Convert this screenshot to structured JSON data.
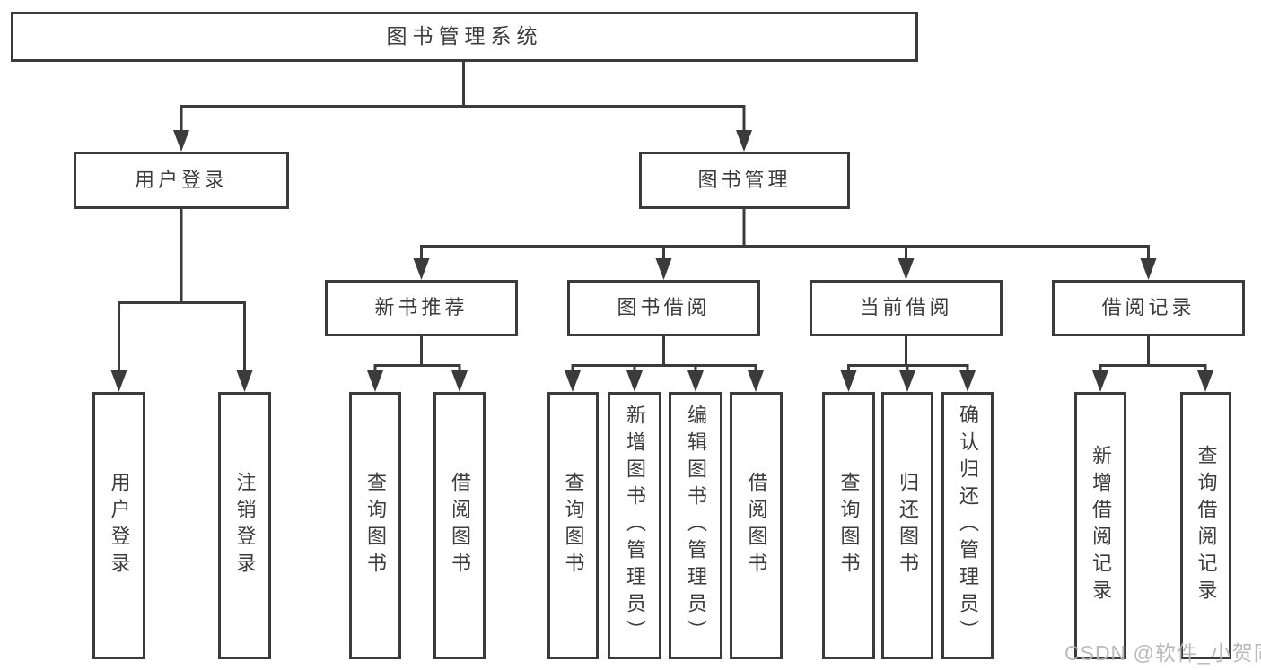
{
  "tree": {
    "root": {
      "label": "图书管理系统",
      "children": [
        {
          "label": "用户登录",
          "children": [
            {
              "label": "用户登录"
            },
            {
              "label": "注销登录"
            }
          ]
        },
        {
          "label": "图书管理",
          "children": [
            {
              "label": "新书推荐",
              "children": [
                {
                  "label": "查询图书"
                },
                {
                  "label": "借阅图书"
                }
              ]
            },
            {
              "label": "图书借阅",
              "children": [
                {
                  "label": "查询图书"
                },
                {
                  "label": "新增图书（管理员）"
                },
                {
                  "label": "编辑图书（管理员）"
                },
                {
                  "label": "借阅图书"
                }
              ]
            },
            {
              "label": "当前借阅",
              "children": [
                {
                  "label": "查询图书"
                },
                {
                  "label": "归还图书"
                },
                {
                  "label": "确认归还（管理员）"
                }
              ]
            },
            {
              "label": "借阅记录",
              "children": [
                {
                  "label": "新增借阅记录"
                },
                {
                  "label": "查询借阅记录"
                }
              ]
            }
          ]
        }
      ]
    }
  },
  "watermark": "CSDN @软件_小贺同学",
  "colors": {
    "line": "#3b3b3b",
    "text": "#3c3c3c",
    "background": "#ffffff",
    "watermark": "#b4b4b4"
  }
}
